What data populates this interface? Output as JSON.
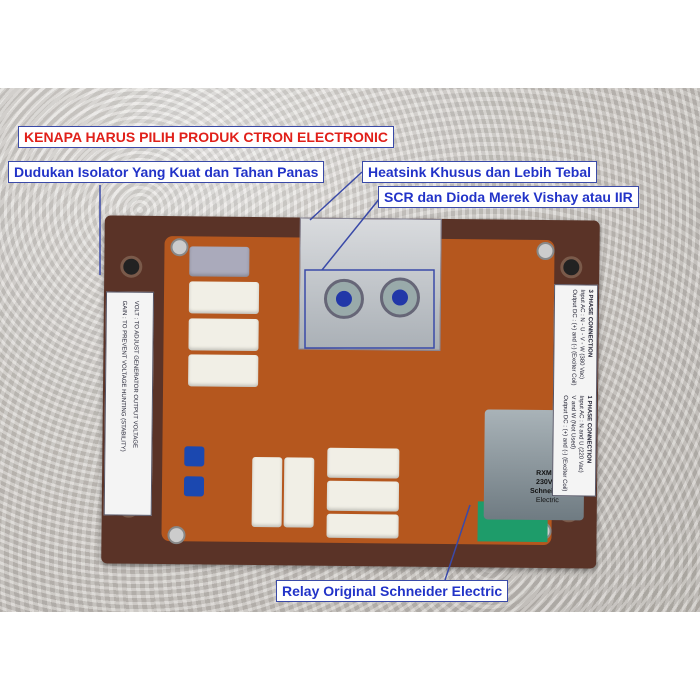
{
  "annotations": {
    "title": "KENAPA HARUS PILIH PRODUK CTRON ELECTRONIC",
    "isolator": "Dudukan Isolator Yang Kuat dan Tahan Panas",
    "heatsink": "Heatsink Khusus dan Lebih Tebal",
    "scr": "SCR dan Dioda Merek Vishay atau IIR",
    "relay": "Relay Original Schneider Electric"
  },
  "board": {
    "left_label": [
      "VOLT   : TO ADJUST GENERATOR OUTPUT VOLTAGE",
      "GAIN   : TO PREVENT VOLTAGE HUNTING (STABILITY)"
    ],
    "right_label": [
      "3 PHASE CONNECTION",
      "Input AC   : N - U - V - W (380 Vac)",
      "Output DC : (+) and (-) (Exciter Coil)",
      "1 PHASE CONNECTION",
      "Input AC   : N and U (220 Vac)",
      "V and W (Not Used)",
      "Output DC : (+) and (-) (Exciter Coil)"
    ],
    "relay_text": [
      "RXM",
      "230VAC",
      "Schneider",
      "Electric"
    ]
  },
  "colors": {
    "title": "#e0201a",
    "annotation": "#2233c8",
    "pcb": "#b5571e"
  }
}
